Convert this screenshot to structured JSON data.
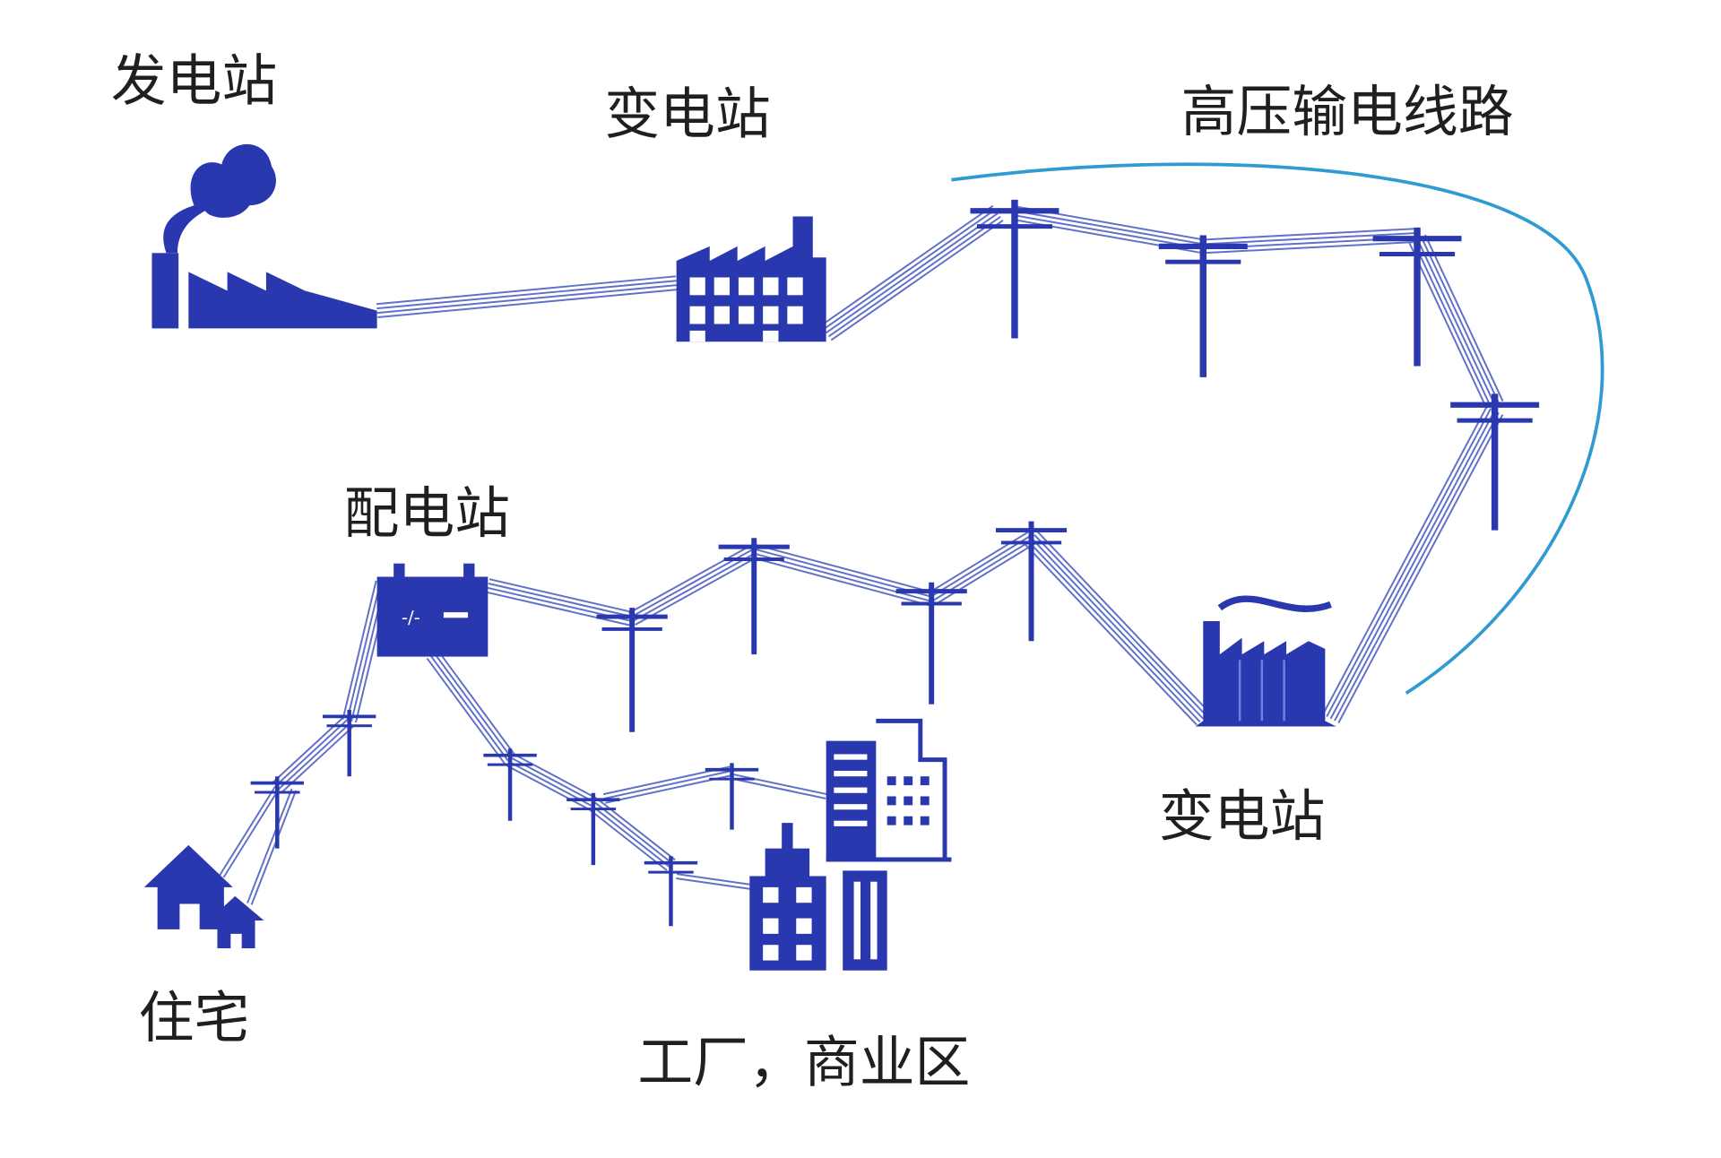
{
  "labels": {
    "power_plant": "发电站",
    "substation_step_up": "变电站",
    "high_voltage_line": "高压输电线路",
    "distribution_station": "配电站",
    "substation_step_down": "变电站",
    "residential": "住宅",
    "factory_commercial": "工厂，商业区"
  },
  "colors": {
    "icon": "#2a38b0",
    "wire": "#6170c8",
    "arc": "#2f9bd0",
    "text": "#1f1f1f"
  }
}
